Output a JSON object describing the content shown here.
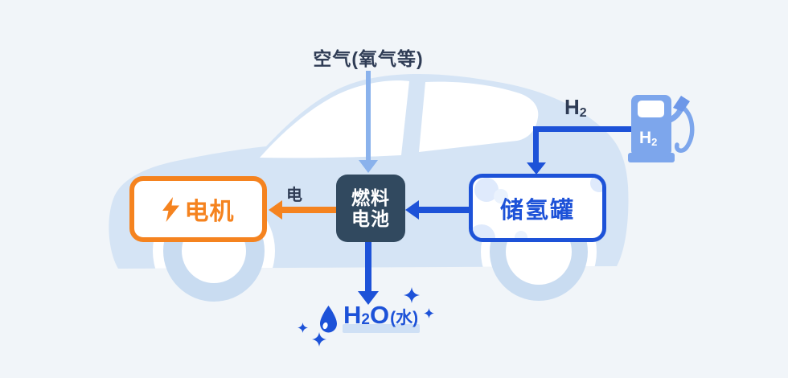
{
  "diagram": {
    "title_note": "hydrogen fuel-cell vehicle flow diagram",
    "air_label": "空气(氧气等)",
    "electricity_label": "电",
    "h2_label": {
      "base": "H",
      "sub": "2"
    },
    "water_label": {
      "h": "H",
      "sub": "2",
      "o": "O",
      "suffix": "(水)"
    },
    "motor": {
      "label": "电机",
      "icon": "lightning-bolt-icon"
    },
    "fuel_cell": {
      "line1": "燃料",
      "line2": "电池"
    },
    "tank": {
      "label": "储氢罐"
    },
    "pump": {
      "h": "H",
      "sub": "2",
      "icon": "hydrogen-pump-icon"
    },
    "arrows": [
      {
        "name": "air-to-fuel-cell",
        "from": "air",
        "to": "fuel-cell",
        "color": "#8ab2ec"
      },
      {
        "name": "fuel-cell-to-motor",
        "from": "fuel-cell",
        "to": "motor",
        "label": "电",
        "color": "#f5831f"
      },
      {
        "name": "tank-to-fuel-cell",
        "from": "tank",
        "to": "fuel-cell",
        "color": "#1d52d8"
      },
      {
        "name": "pump-to-tank",
        "from": "pump",
        "to": "tank",
        "label": "H2",
        "color": "#1d52d8"
      },
      {
        "name": "fuel-cell-to-water",
        "from": "fuel-cell",
        "to": "water",
        "color": "#1d52d8"
      }
    ],
    "colors": {
      "background": "#f1f5f9",
      "car_body": "#d5e4f5",
      "car_window": "#ffffff",
      "tire": "#c9dcf1",
      "accent_orange": "#f5831f",
      "accent_blue": "#1d52d8",
      "air_arrow_blue": "#8ab2ec",
      "pump_blue": "#7da6ec",
      "dark_navy": "#2f3c55",
      "fuel_cell_bg": "#31495f",
      "water_highlight": "#cfe0f5"
    }
  }
}
